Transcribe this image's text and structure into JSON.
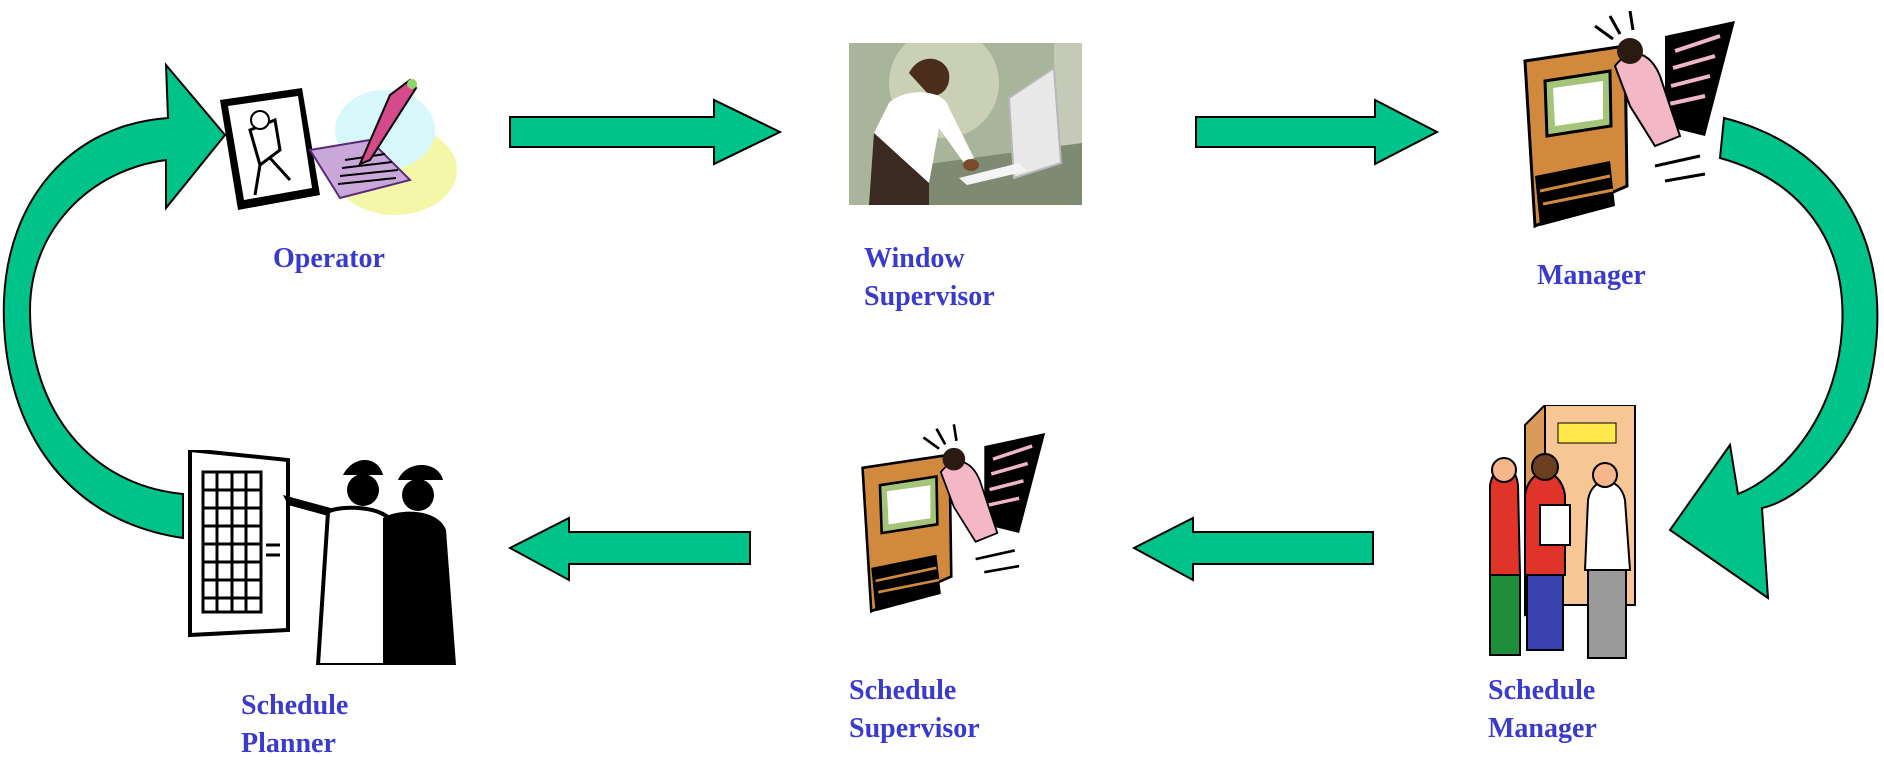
{
  "colors": {
    "arrow_fill": "#00c38a",
    "arrow_stroke": "#000000",
    "label_text": "#3a3acc"
  },
  "nodes": {
    "operator": {
      "label_lines": [
        "Operator"
      ],
      "icon": "operator-clipart-icon"
    },
    "window_supervisor": {
      "label_lines": [
        "Window",
        "Supervisor"
      ],
      "icon": "window-supervisor-photo-icon"
    },
    "manager": {
      "label_lines": [
        "Manager"
      ],
      "icon": "manager-desk-phone-icon"
    },
    "schedule_manager": {
      "label_lines": [
        "Schedule",
        "Manager"
      ],
      "icon": "schedule-manager-group-icon"
    },
    "schedule_supervisor": {
      "label_lines": [
        "Schedule",
        "Supervisor"
      ],
      "icon": "schedule-supervisor-desk-phone-icon"
    },
    "schedule_planner": {
      "label_lines": [
        "Schedule",
        "Planner"
      ],
      "icon": "schedule-planner-board-icon"
    }
  },
  "flow": [
    "operator -> window_supervisor",
    "window_supervisor -> manager",
    "manager -> schedule_manager",
    "schedule_manager -> schedule_supervisor",
    "schedule_supervisor -> schedule_planner",
    "schedule_planner -> operator"
  ]
}
